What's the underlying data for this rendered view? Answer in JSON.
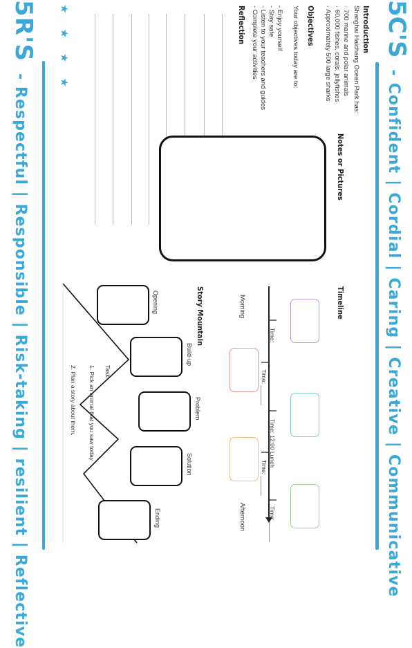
{
  "header": {
    "big": "5C'S",
    "rest": " - Confident | Cordial | Caring | Creative | Communicative"
  },
  "footer": {
    "big": "5R'S",
    "rest": " - Respectful | Responsible | Risk-taking | resilient | Reflective"
  },
  "decor": {
    "stars": "★★★★"
  },
  "introduction": {
    "heading": "Introduction",
    "lead": "Shanghai Haichang Ocean Park has:",
    "items": [
      "· 700 marine and polar animals",
      "· 60,000 fishes, corals, jellyfishes",
      "· Approximately 500 large sharks"
    ]
  },
  "objectives": {
    "heading": "Objectives",
    "lead": "Your objectives today are to:",
    "items": [
      "- Enjoy yourself",
      "- Stay safe",
      "- Listen to your teachers and guides",
      "- Complete your activities"
    ]
  },
  "reflection": {
    "heading": "Reflection"
  },
  "notes": {
    "heading": "Notes or Pictures"
  },
  "timeline": {
    "heading": "Timeline",
    "morning": "Morning",
    "afternoon": "Afternoon",
    "labels": [
      "Time: ______",
      "Time: ______",
      "Time: 12:00 Lunch",
      "Time: ______",
      "Time: ______"
    ],
    "box_colors": [
      "#b89ad6",
      "#e59a8a",
      "#7ecbd4",
      "#f0b98a",
      "#9fcf8f"
    ]
  },
  "story": {
    "heading": "Story Mountain",
    "stages": [
      "Opening",
      "Build-up",
      "Problem",
      "Solution",
      "Ending"
    ],
    "task_label": "Task:",
    "task_items": [
      "1. Pick an animal that you saw today",
      "2. Plan a story about them."
    ]
  }
}
